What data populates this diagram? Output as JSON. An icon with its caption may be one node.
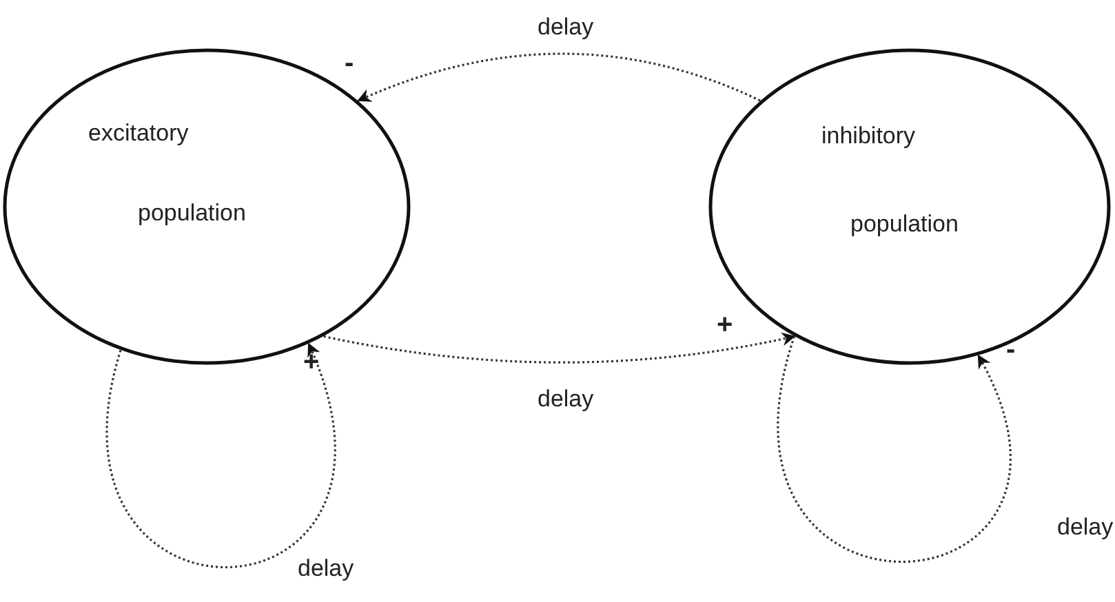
{
  "diagram": {
    "nodes": [
      {
        "text": [
          "excitatory",
          "population"
        ]
      },
      {
        "text": [
          "inhibitory",
          "population"
        ]
      }
    ],
    "edges": [
      {
        "from": 1,
        "to": 0,
        "arrow": "to",
        "label": "delay"
      },
      {
        "from": 0,
        "to": 1,
        "arrow": "to",
        "label": "delay"
      },
      {
        "from": 0,
        "to": 0,
        "arrow": "to",
        "label": "delay"
      },
      {
        "from": 1,
        "to": 1,
        "arrow": "to",
        "label": "delay"
      }
    ],
    "labels": [
      "-",
      "+",
      "+",
      "-"
    ]
  }
}
